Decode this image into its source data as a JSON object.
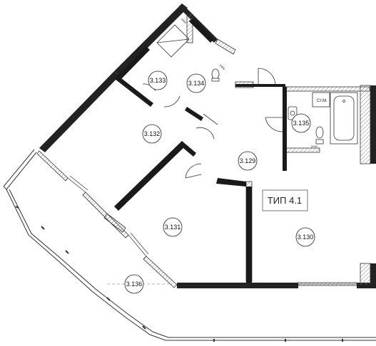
{
  "plan_title": "ТИП 4.1",
  "rooms": [
    {
      "id": "r133",
      "number": "3.133"
    },
    {
      "id": "r134",
      "number": "3.134"
    },
    {
      "id": "r132",
      "number": "3.132"
    },
    {
      "id": "r135",
      "number": "3.135"
    },
    {
      "id": "r129",
      "number": "3.129"
    },
    {
      "id": "r131",
      "number": "3.131"
    },
    {
      "id": "r130",
      "number": "3.130"
    },
    {
      "id": "r136",
      "number": "3.136"
    }
  ],
  "labels": {
    "washer": "Ст.М.",
    "duct_a": "2094",
    "duct_b": "2094",
    "duct_c": "2094"
  }
}
